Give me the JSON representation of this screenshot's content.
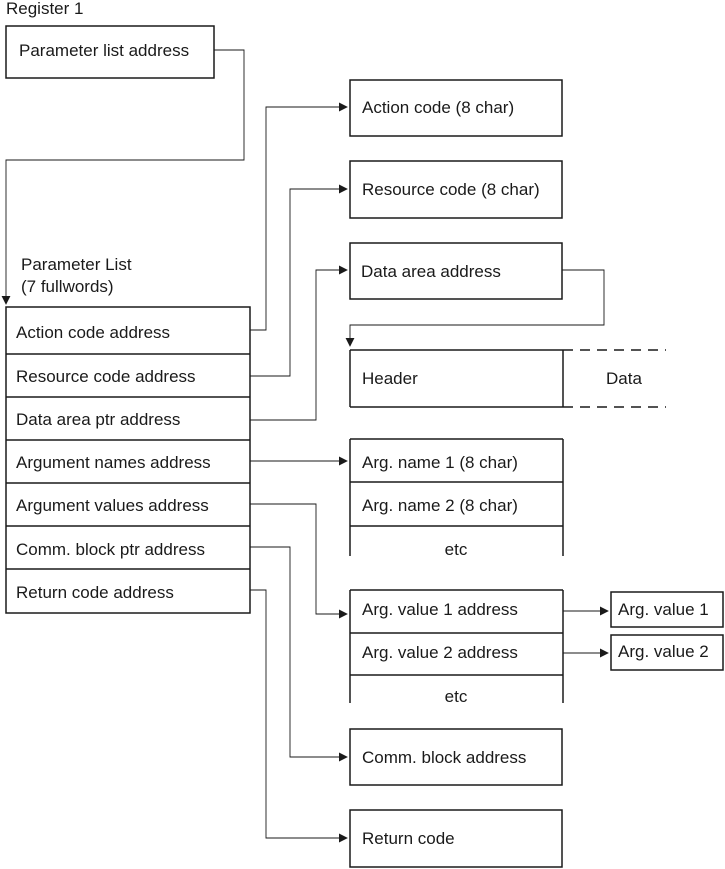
{
  "register": {
    "title": "Register 1",
    "box_label": "Parameter list address"
  },
  "parameter_list": {
    "title_line1": "Parameter List",
    "title_line2": "(7 fullwords)",
    "rows": [
      "Action code address",
      "Resource code address",
      "Data area ptr address",
      "Argument names address",
      "Argument values address",
      "Comm. block ptr address",
      "Return code address"
    ]
  },
  "targets": {
    "action_code": "Action code (8 char)",
    "resource_code": "Resource code (8 char)",
    "data_area_address": "Data area address",
    "header": "Header",
    "data": "Data",
    "arg_names": [
      "Arg. name 1 (8 char)",
      "Arg. name 2 (8 char)",
      "etc"
    ],
    "arg_values": [
      "Arg. value 1 address",
      "Arg. value 2 address",
      "etc"
    ],
    "arg_value_items": [
      "Arg. value 1",
      "Arg. value 2"
    ],
    "comm_block": "Comm. block address",
    "return_code": "Return code"
  }
}
